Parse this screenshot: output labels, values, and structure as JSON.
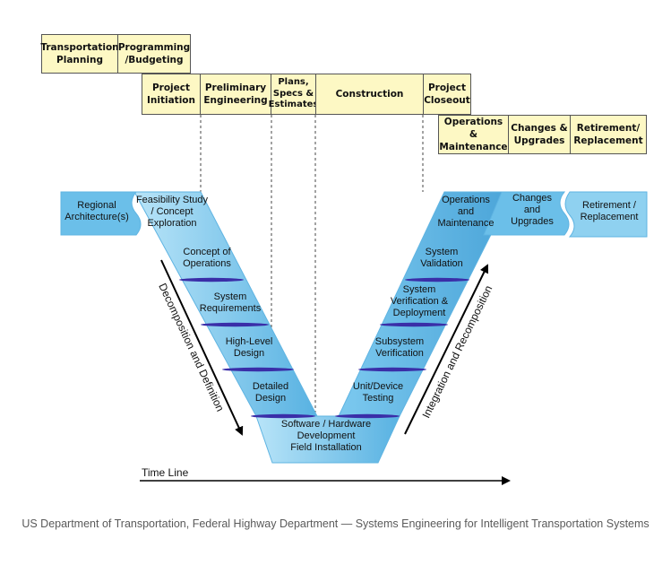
{
  "phases": {
    "transportation_planning": "Transportation\nPlanning",
    "programming_budgeting": "Programming\n/Budgeting",
    "project_initiation": "Project\nInitiation",
    "preliminary_engineering": "Preliminary\nEngineering",
    "plans_specs_estimates": "Plans,\nSpecs &\nEstimates",
    "construction": "Construction",
    "project_closeout": "Project\nCloseout",
    "operations_maintenance": "Operations &\nMaintenance",
    "changes_upgrades": "Changes &\nUpgrades",
    "retirement_replacement": "Retirement/\nReplacement"
  },
  "v_diagram": {
    "left_end": "Regional\nArchitecture(s)",
    "left_steps": [
      "Feasibility Study\n/ Concept\nExploration",
      "Concept of\nOperations",
      "System\nRequirements",
      "High-Level\nDesign",
      "Detailed\nDesign"
    ],
    "bottom": "Software / Hardware\nDevelopment\nField Installation",
    "right_steps": [
      "Unit/Device\nTesting",
      "Subsystem\nVerification",
      "System\nVerification &\nDeployment",
      "System\nValidation",
      "Operations\nand\nMaintenance"
    ],
    "changes": "Changes\nand\nUpgrades",
    "right_end": "Retirement /\nReplacement",
    "left_arrow_label": "Decomposition and Definition",
    "right_arrow_label": "Integration and Recomposition",
    "timeline_label": "Time Line"
  },
  "colors": {
    "phase_fill": "#fdf8c4",
    "v_fill": "#8fd1f0",
    "v_fill_dark": "#4da6d8",
    "divider": "#3a2ea8"
  },
  "caption": "US Department of Transportation, Federal Highway Department — Systems Engineering for Intelligent Transportation Systems"
}
